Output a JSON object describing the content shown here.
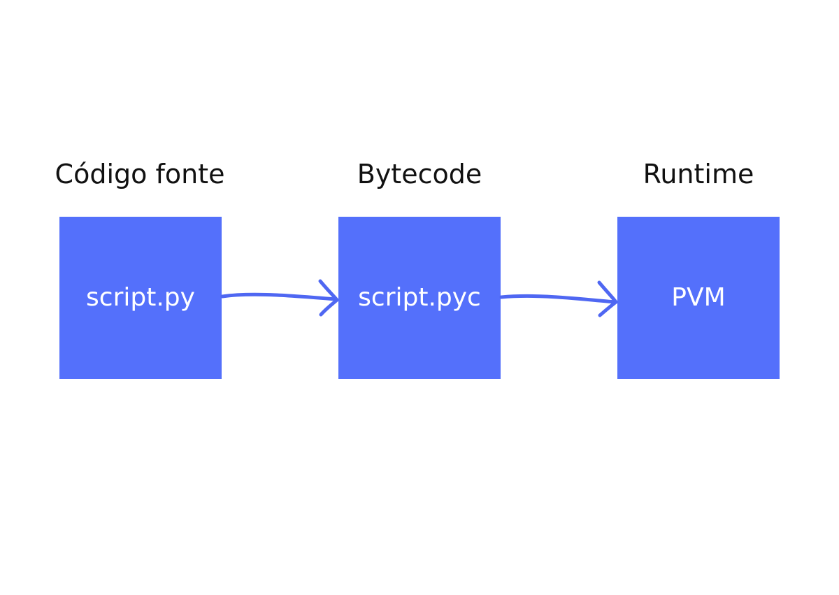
{
  "colors": {
    "box_fill": "#5470fb",
    "arrow": "#4f67f2",
    "box_text": "#ffffff",
    "label_text": "#111111",
    "background": "#ffffff"
  },
  "stages": [
    {
      "label": "Código fonte",
      "box_text": "script.py"
    },
    {
      "label": "Bytecode",
      "box_text": "script.pyc"
    },
    {
      "label": "Runtime",
      "box_text": "PVM"
    }
  ],
  "connectors": [
    {
      "from": "script.py",
      "to": "script.pyc",
      "icon": "right-arrow-icon"
    },
    {
      "from": "script.pyc",
      "to": "PVM",
      "icon": "right-arrow-icon"
    }
  ]
}
